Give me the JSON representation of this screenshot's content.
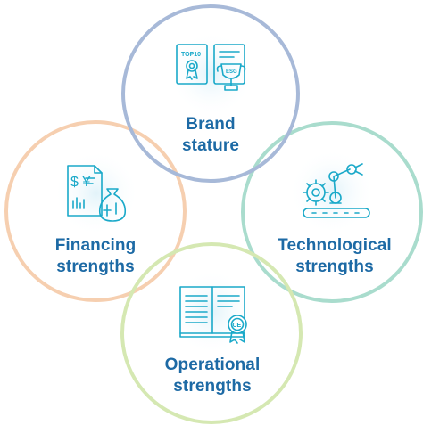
{
  "circles": {
    "brand": {
      "line1": "Brand",
      "line2": "stature",
      "ring_color": "#a7b9d8",
      "icon": "award-certificate-trophy-icon",
      "badge_text": "TOP10",
      "trophy_text": "ESG"
    },
    "financing": {
      "line1": "Financing",
      "line2": "strengths",
      "ring_color": "#f6cfb0",
      "icon": "finance-document-money-bag-icon",
      "currency_symbols": "$ ¥"
    },
    "technological": {
      "line1": "Technological",
      "line2": "strengths",
      "ring_color": "#a9dccd",
      "icon": "gear-robot-arm-conveyor-icon"
    },
    "operational": {
      "line1": "Operational",
      "line2": "strengths",
      "ring_color": "#d5e8b2",
      "icon": "open-book-certification-badge-icon",
      "badge_text": "CE"
    }
  },
  "colors": {
    "text": "#1d6aa5",
    "icon_stroke": "#1aa9c9",
    "icon_glow": "#eaf6fb"
  }
}
